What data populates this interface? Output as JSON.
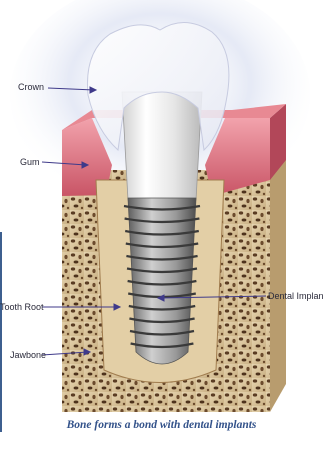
{
  "labels": {
    "crown": "Crown",
    "gum": "Gum",
    "tooth_root": "Tooth Root",
    "jawbone": "Jawbone",
    "dental_implant": "Dental Implant"
  },
  "caption": "Bone forms a bond with dental implants",
  "colors": {
    "background_glow": "#c9d2ea",
    "gum": "#d9707c",
    "bone": "#d7c29b",
    "bone_pores": "#5a3c23",
    "implant": "#8a8a8a",
    "crown": "#ffffff",
    "caption": "#33528a",
    "leader": "#3f3a8a"
  },
  "icons": {
    "leader_arrow": "arrow-right-icon"
  }
}
